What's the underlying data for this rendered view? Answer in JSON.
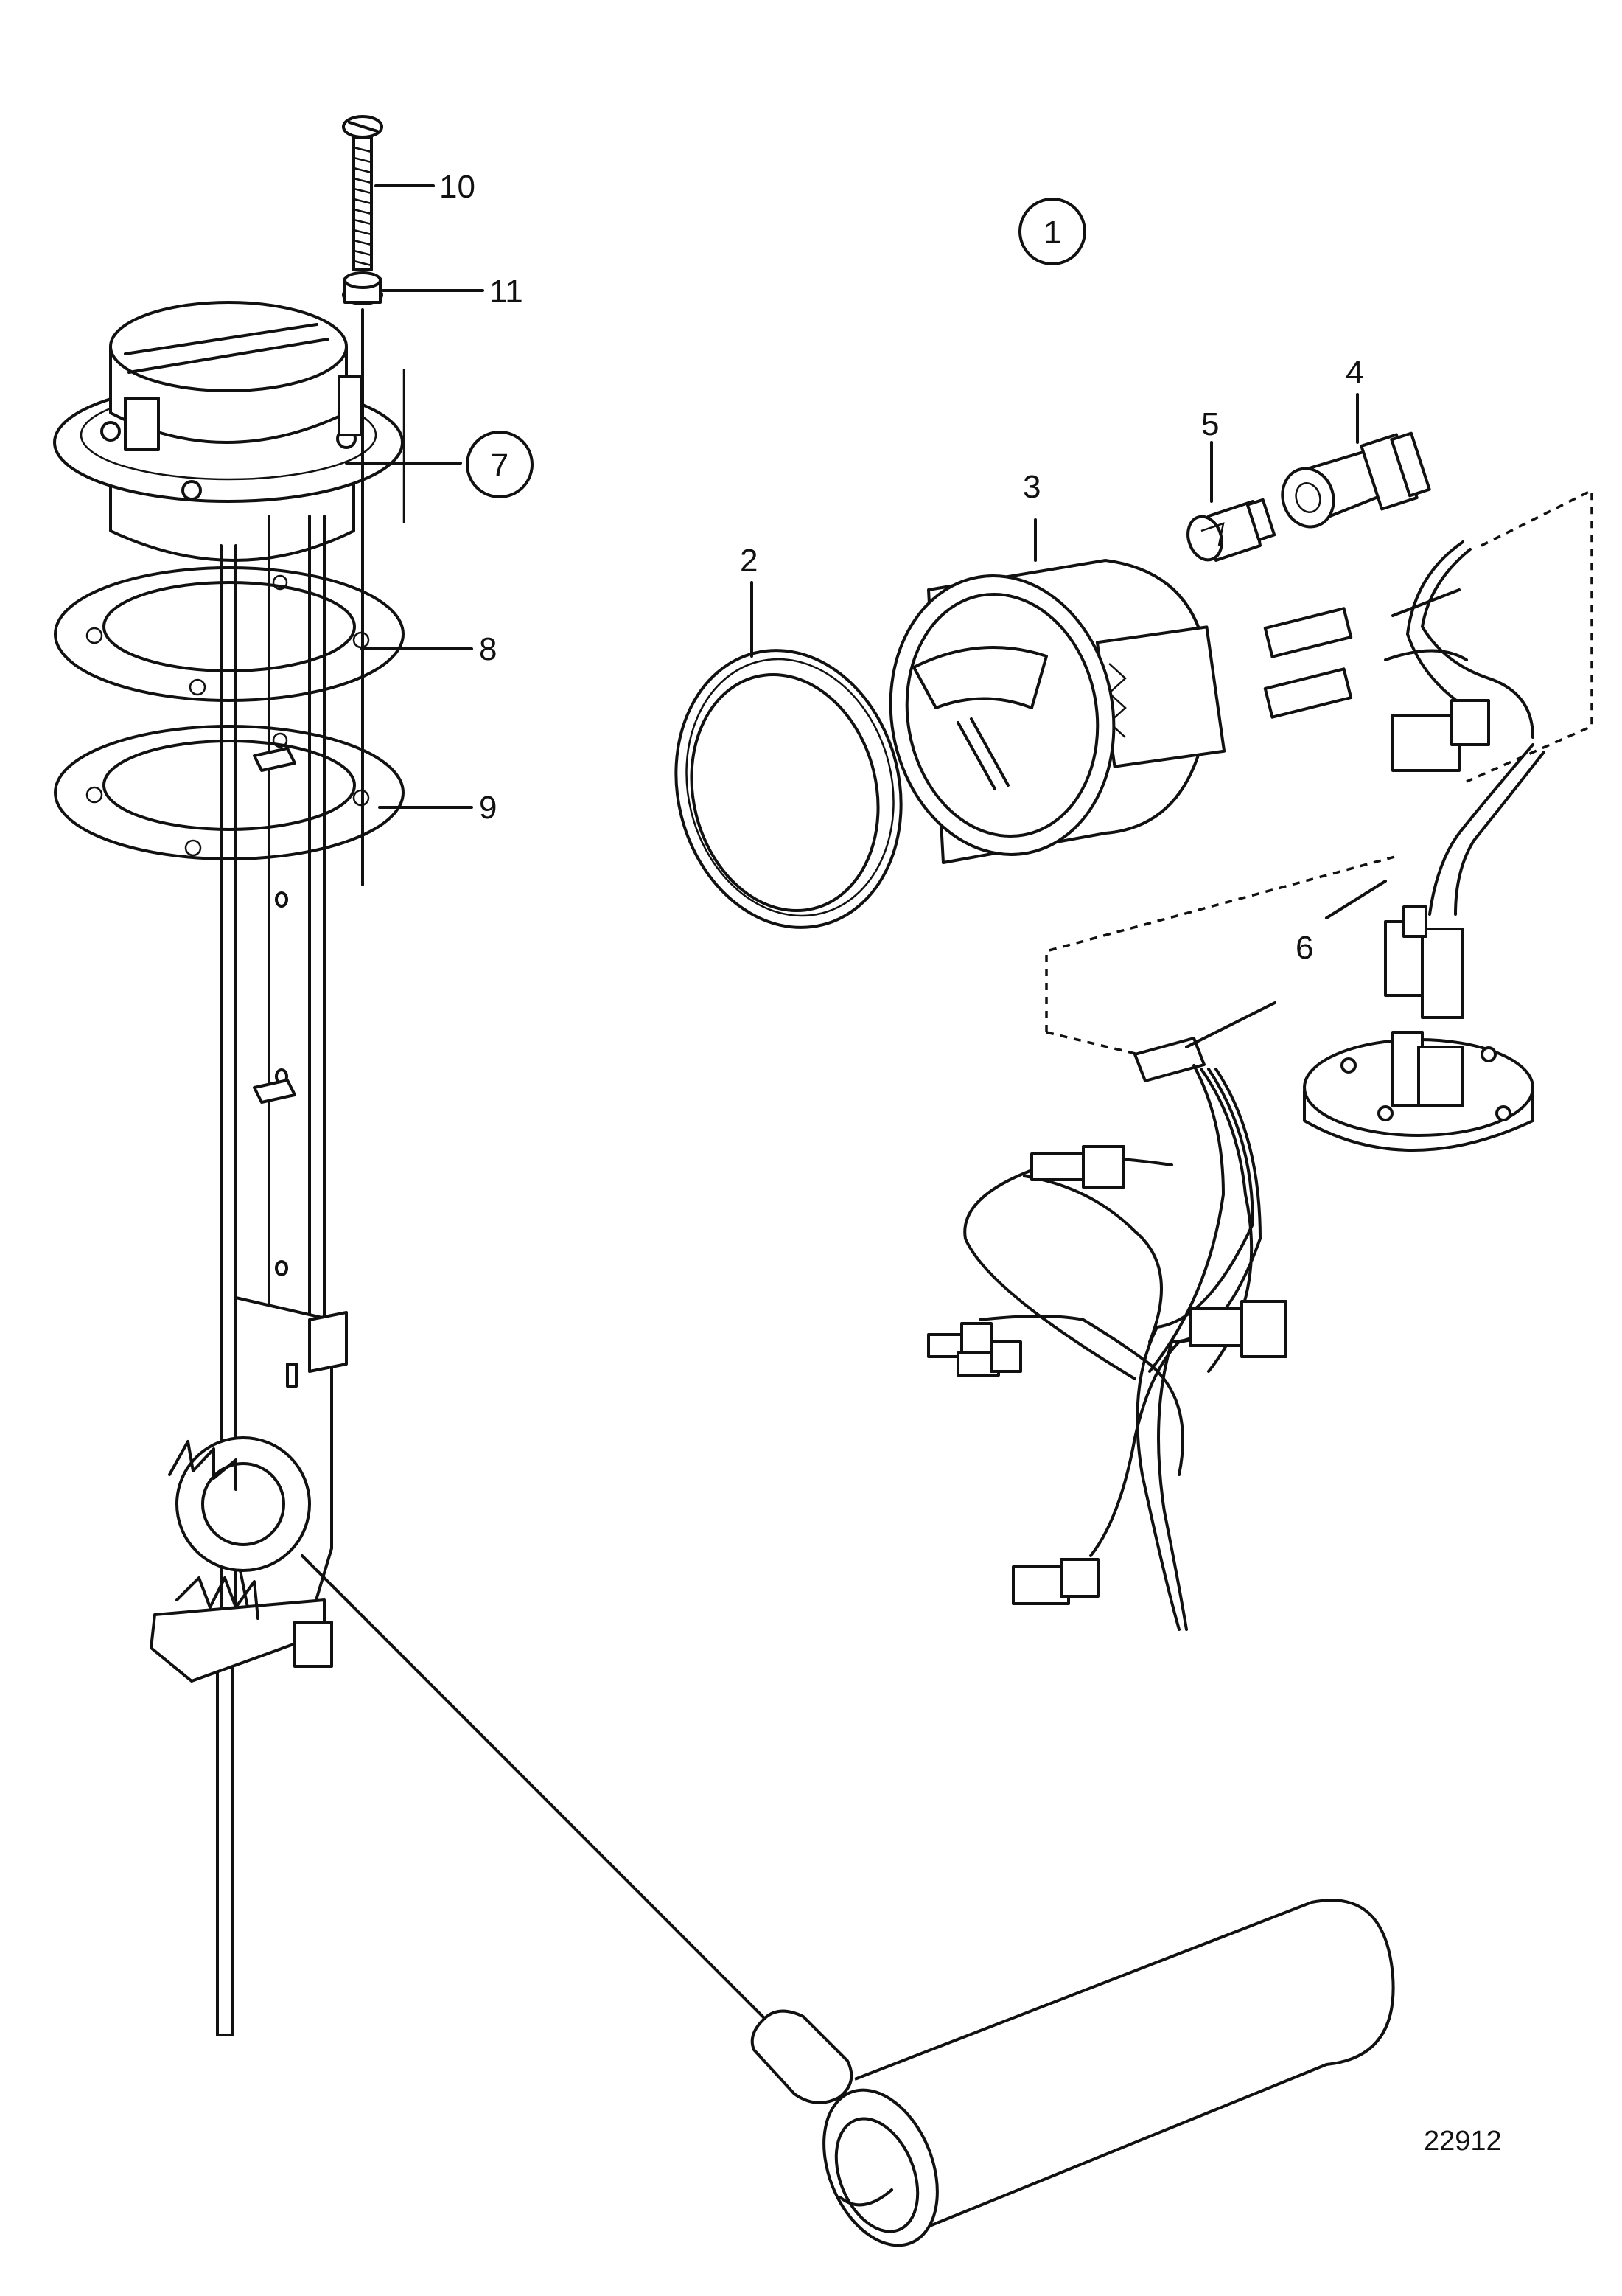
{
  "callouts": {
    "c1": "1",
    "c2": "2",
    "c3": "3",
    "c4": "4",
    "c5": "5",
    "c6": "6",
    "c7": "7",
    "c8": "8",
    "c9": "9",
    "c10": "10",
    "c11": "11"
  },
  "drawing_number": "22912"
}
